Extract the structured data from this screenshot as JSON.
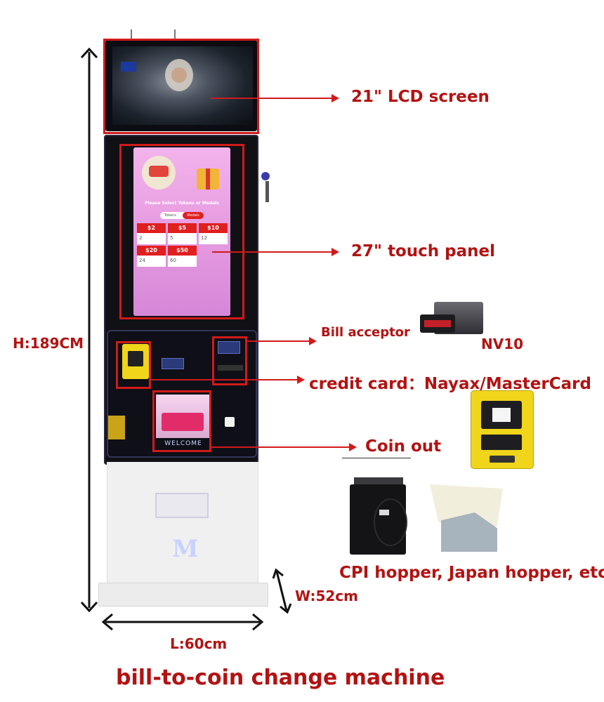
{
  "labels": {
    "lcd": "21\" LCD screen",
    "touch": "27\" touch panel",
    "bill": "Bill acceptor",
    "nv10": "NV10",
    "credit": "credit card：Nayax/MasterCard",
    "coin": "Coin out",
    "hopper": "CPI hopper, Japan hopper, etc.",
    "height": "H:189CM",
    "width": "W:52cm",
    "length": "L:60cm",
    "caption": "bill-to-coin change machine"
  },
  "touch_screen": {
    "title": "Please Select Tokens or Medals",
    "tabs": [
      "Tokens",
      "Medals"
    ],
    "prices": [
      {
        "price": "$2",
        "qty": "2"
      },
      {
        "price": "$5",
        "qty": "5"
      },
      {
        "price": "$10",
        "qty": "12"
      },
      {
        "price": "$20",
        "qty": "24"
      },
      {
        "price": "$50",
        "qty": "60"
      }
    ]
  },
  "machine": {
    "welcome": "WELCOME",
    "logo": "M"
  },
  "colors": {
    "label_red": "#b31212",
    "box_red": "#d11a1a"
  }
}
